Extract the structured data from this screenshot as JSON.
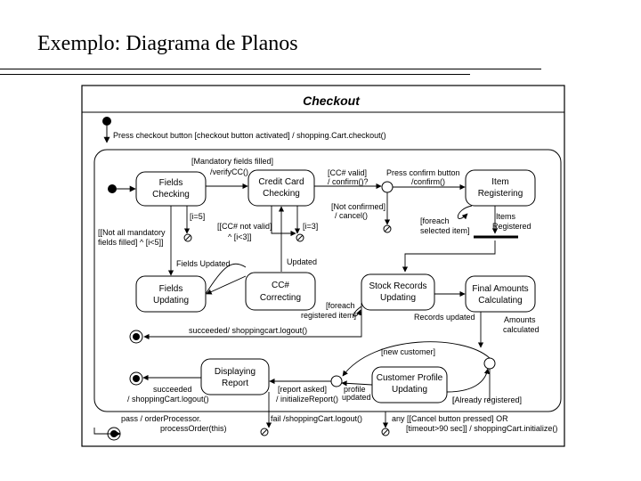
{
  "slide": {
    "title": "Exemplo: Diagrama de Planos"
  },
  "diagram": {
    "frame_title": "Checkout",
    "states": {
      "fields_checking": [
        "Fields",
        "Checking"
      ],
      "credit_card_checking": [
        "Credit Card",
        "Checking"
      ],
      "item_registering": [
        "Item",
        "Registering"
      ],
      "fields_updating": [
        "Fields",
        "Updating"
      ],
      "cc_correcting": [
        "CC#",
        "Correcting"
      ],
      "stock_records_updating": [
        "Stock Records",
        "Updating"
      ],
      "final_amounts_calculating": [
        "Final Amounts",
        "Calculating"
      ],
      "displaying_report": [
        "Displaying",
        "Report"
      ],
      "customer_profile_updating": [
        "Customer Profile",
        "Updating"
      ]
    },
    "labels": {
      "press_checkout": "Press checkout button [checkout button activated] / shopping.Cart.checkout()",
      "mandatory_filled": [
        "[Mandatory fields filled]",
        "/verifyCC()"
      ],
      "cc_valid": [
        "[CC# valid]",
        "/ confirm()?"
      ],
      "press_confirm": [
        "Press confirm button",
        "/confirm()"
      ],
      "not_confirmed": [
        "[Not confirmed]",
        "/ cancel()"
      ],
      "i_eq_5": "[i=5]",
      "cc_not_valid": [
        "[[CC# not valid]",
        "^ [i<3]]"
      ],
      "i_eq_3": "[i=3]",
      "not_all_mandatory": [
        "[[Not all mandatory",
        "fields filled] ^ [i<5]]"
      ],
      "foreach_selected": [
        "[foreach",
        "selected item]"
      ],
      "items_registered": [
        "Items",
        "Registered"
      ],
      "fields_updated": "Fields Updated",
      "updated": "Updated",
      "foreach_registered": [
        "[foreach",
        "registered item]"
      ],
      "records_updated": "Records updated",
      "amounts_calculated": [
        "Amounts",
        "calculated"
      ],
      "succeeded_logout": "succeeded/ shoppingcart.logout()",
      "new_customer": "[new customer]",
      "succeeded_logout2": [
        "succeeded",
        "/ shoppingCart.logout()"
      ],
      "report_asked": [
        "[report asked]",
        "/ initializeReport()"
      ],
      "profile_updated": [
        "profile",
        "updated"
      ],
      "already_registered": "[Already registered]",
      "pass_process": [
        "pass / orderProcessor.",
        "processOrder(this)"
      ],
      "fail_logout": "fail /shoppingCart.logout()",
      "cancel_timeout": [
        "any [[Cancel button pressed] OR",
        "[timeout>90 sec]] / shoppingCart.initialize()"
      ]
    }
  }
}
